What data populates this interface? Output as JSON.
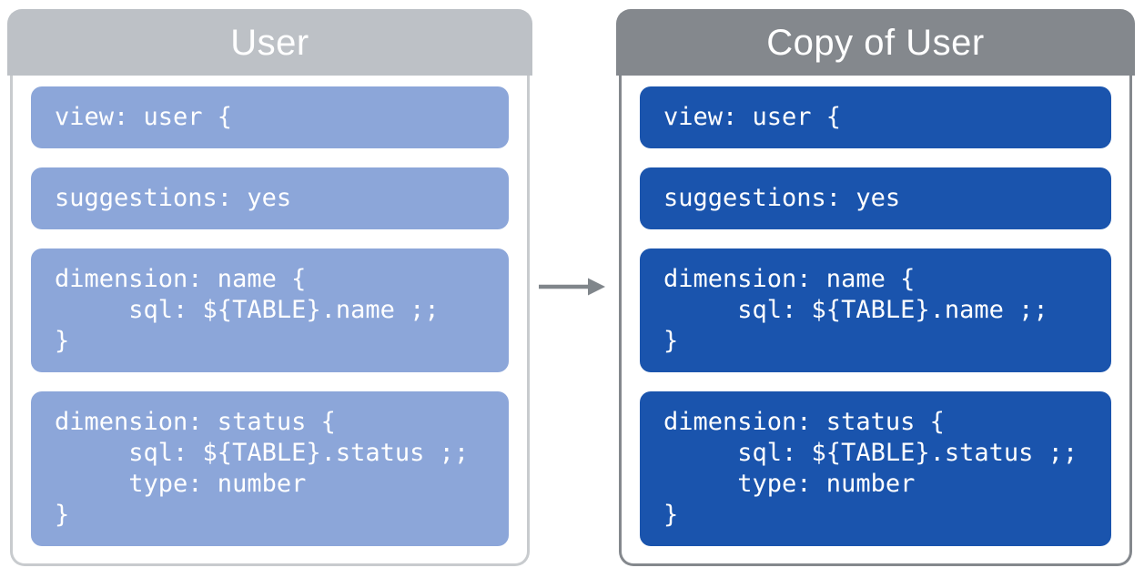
{
  "diagram": {
    "panels": [
      {
        "title": "User",
        "blocks": [
          {
            "lines": [
              "view: user {"
            ]
          },
          {
            "lines": [
              "suggestions: yes"
            ]
          },
          {
            "lines": [
              "dimension: name {",
              "     sql: ${TABLE}.name ;;",
              "}"
            ]
          },
          {
            "lines": [
              "dimension: status {",
              "     sql: ${TABLE}.status ;;",
              "     type: number",
              "}"
            ]
          }
        ]
      },
      {
        "title": "Copy of User",
        "blocks": [
          {
            "lines": [
              "view: user {"
            ]
          },
          {
            "lines": [
              "suggestions: yes"
            ]
          },
          {
            "lines": [
              "dimension: name {",
              "     sql: ${TABLE}.name ;;",
              "}"
            ]
          },
          {
            "lines": [
              "dimension: status {",
              "     sql: ${TABLE}.status ;;",
              "     type: number",
              "}"
            ]
          }
        ]
      }
    ],
    "arrow_icon": "right-arrow",
    "colors": {
      "left_header": "#bdc1c6",
      "left_panel_border": "#c8cbce",
      "left_block": "#8ca6d9",
      "right_header": "#84888d",
      "right_panel_border": "#84888d",
      "right_block": "#1a54ad",
      "arrow": "#80868b",
      "title_text": "#ffffff",
      "code_text": "#ffffff"
    }
  }
}
